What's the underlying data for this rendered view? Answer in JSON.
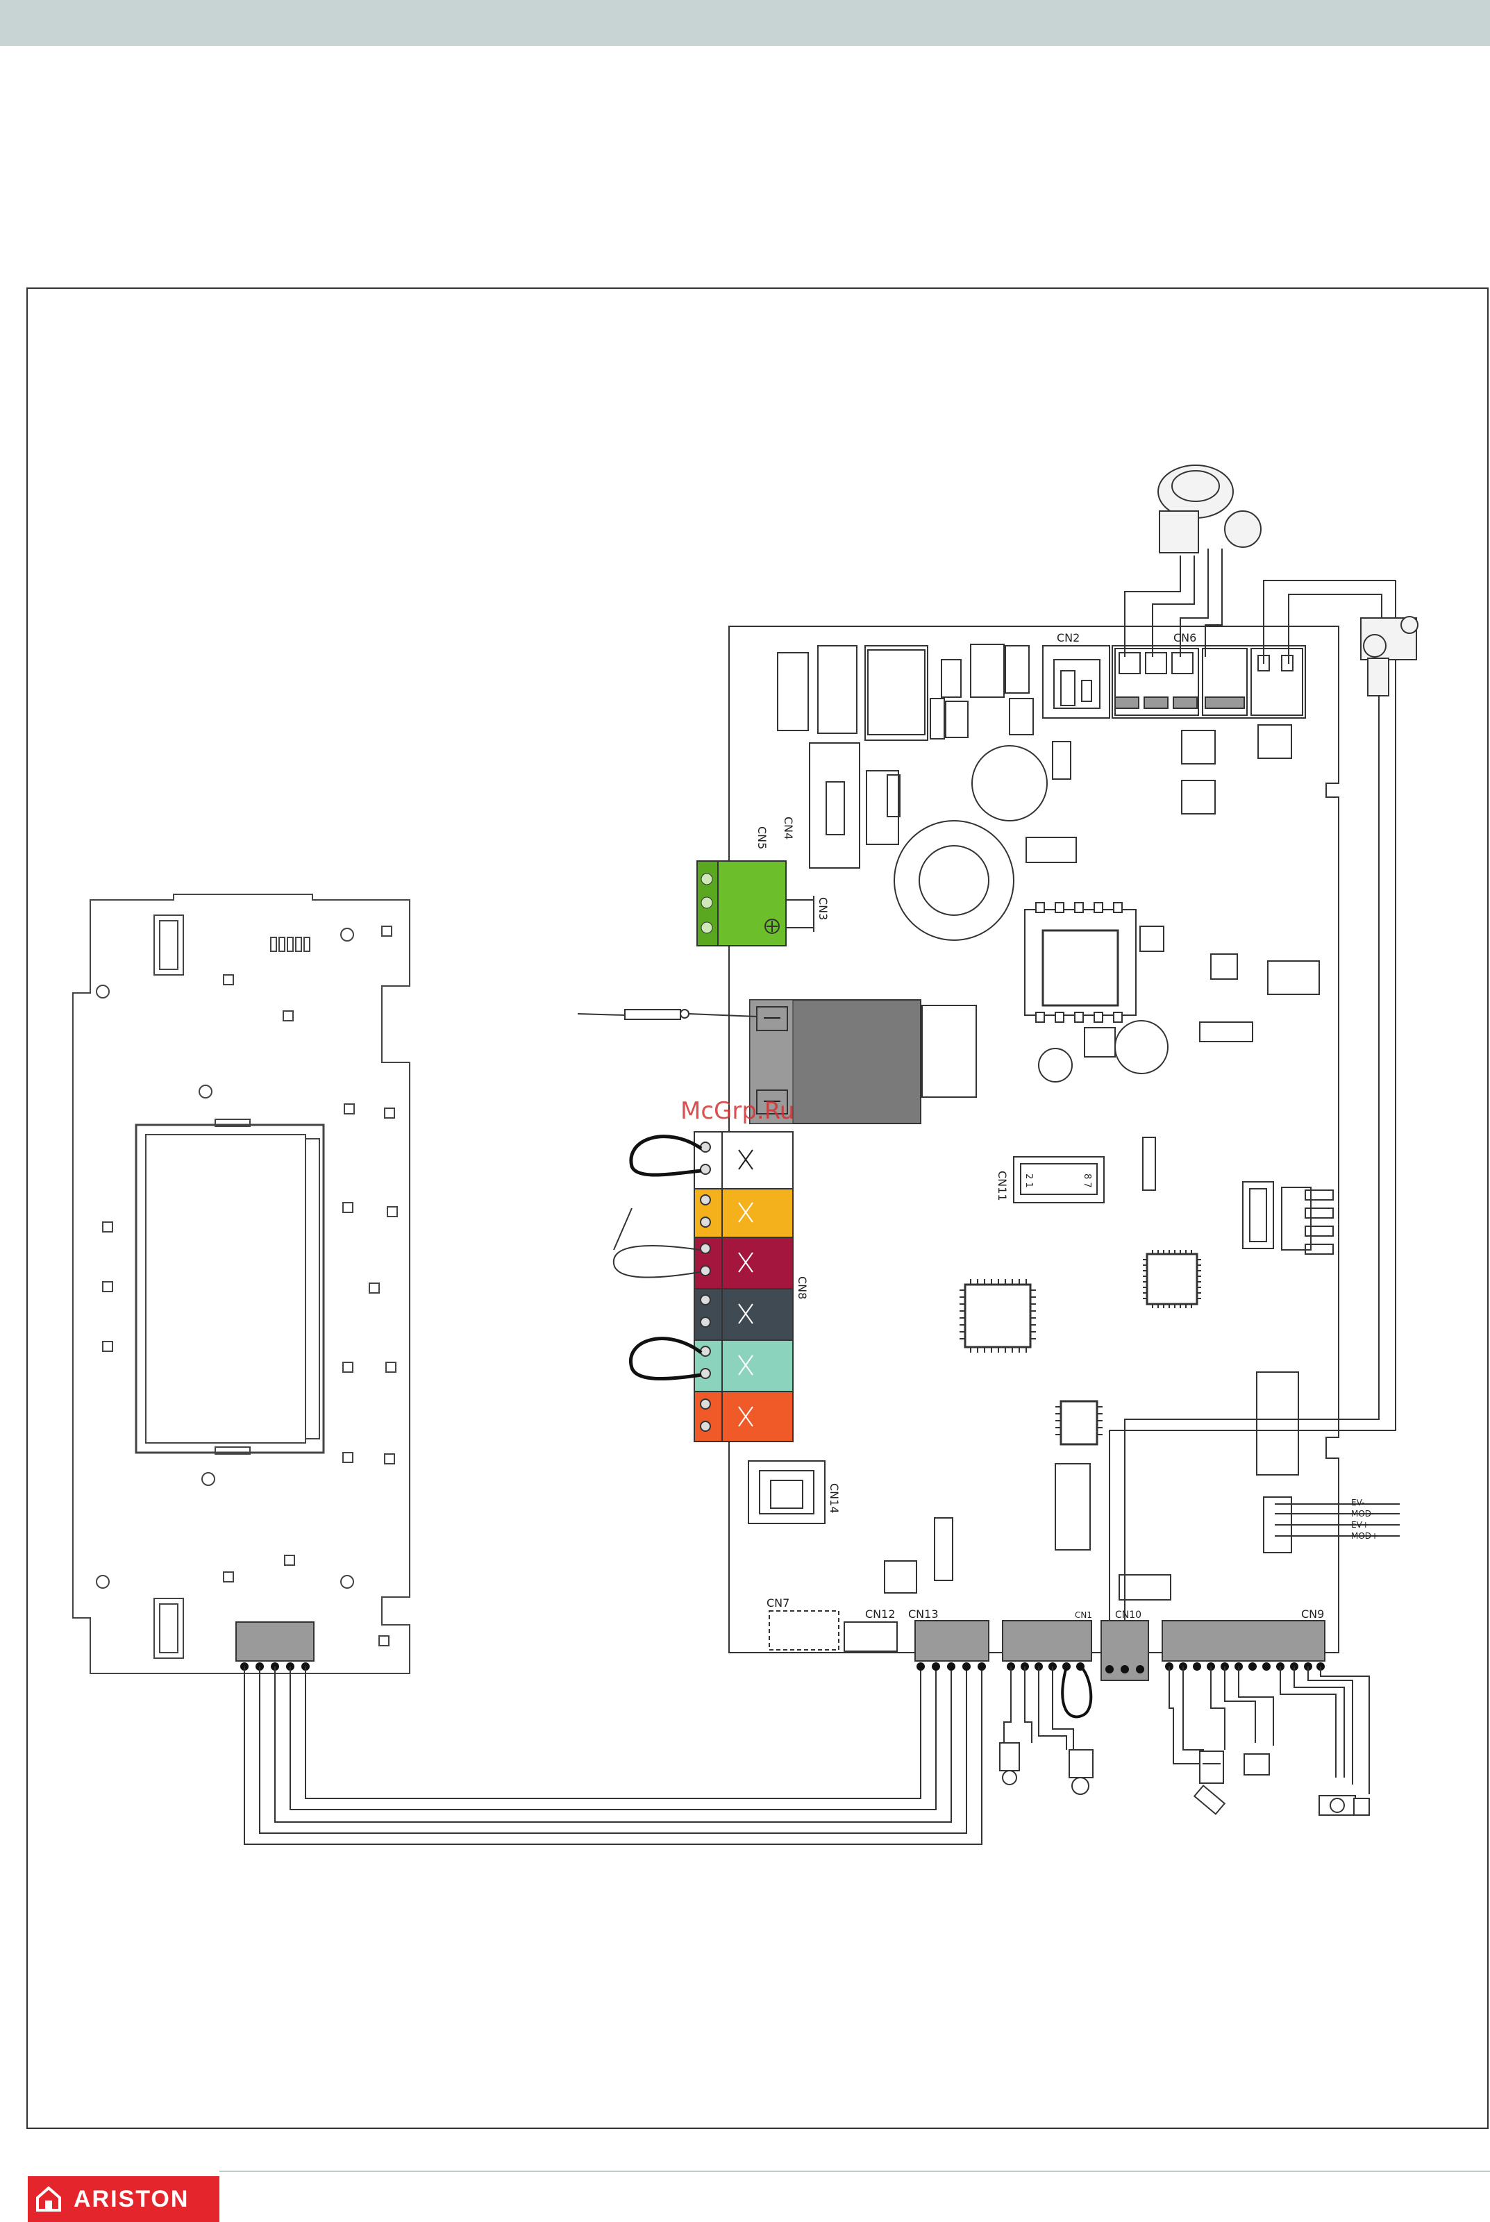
{
  "colors": {
    "top_band": "#c7d4d3",
    "footer_line": "#b8cccb",
    "logo_bg": "#e4262c",
    "terminal_green": "#6cbf2a",
    "relay_gray": "#7a7a7a",
    "cn8_colors": [
      "#ffffff",
      "#f5b11c",
      "#a5163f",
      "#3f4a53",
      "#8bd3bd",
      "#ef5a28"
    ]
  },
  "brand": {
    "logo_text": "ARISTON",
    "logo_icon": "house-icon"
  },
  "watermark": "McGrp.Ru",
  "connectors": {
    "cn2": "CN2",
    "cn6": "CN6",
    "cn5": "CN5",
    "cn4": "CN4",
    "cn3": "CN3",
    "cn8": "CN8",
    "cn11": "CN11",
    "cn14": "CN14",
    "cn7": "CN7",
    "cn12": "CN12",
    "cn13": "CN13",
    "cn1": "CN1",
    "cn10": "CN10",
    "cn9": "CN9"
  },
  "cn11_pins": {
    "left": "2 1",
    "right": "8 7"
  },
  "signals": [
    "EV-",
    "MOD-",
    "EV+",
    "MOD+"
  ]
}
